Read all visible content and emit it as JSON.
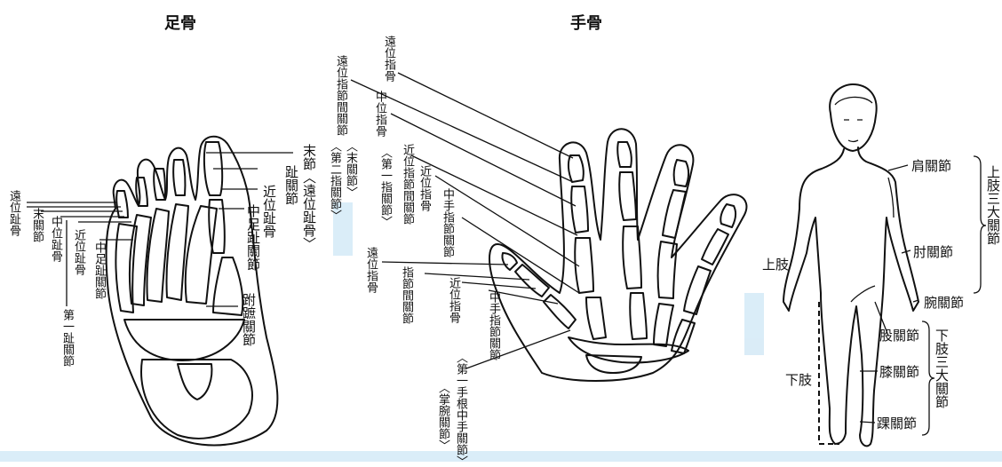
{
  "foot": {
    "title": "足骨",
    "labels": {
      "distal_phalanx": "遠位趾骨",
      "end_joint": "末關節",
      "middle_phalanx": "中位趾骨",
      "proximal_phalanx_left": "近位趾骨",
      "metatarsophalangeal_left": "中足趾關節",
      "first_toe_joint": "第一趾關節",
      "end_joint_distal": "末節〈遠位趾骨〉",
      "toe_joint": "趾關節",
      "proximal_phalanx_right": "近位趾骨",
      "metatarsophalangeal_right": "中足趾關節",
      "tarsometatarsal": "跗蹠關節"
    }
  },
  "hand": {
    "title": "手骨",
    "labels": {
      "distal_phalanx_top": "遠位指骨",
      "dip_joint": "遠位指節間關節",
      "middle_phalanx": "中位指骨",
      "second_thumb_joint": "〈第二指關節〉",
      "end_joint_bracket": "〈末關節〉",
      "first_finger_joint": "〈第一指關節〉",
      "pip_joint": "近位指節間關節",
      "proximal_phalanx_top": "近位指骨",
      "mcp_joint_top": "中手指節關節",
      "distal_phalanx_thumb": "遠位指骨",
      "interphalangeal": "指節間關節",
      "proximal_phalanx_thumb": "近位指骨",
      "mcp_joint_thumb": "中手指節關節",
      "cmc_joint": "〈第一手根中手關節〉",
      "wrist_joint": "〈掌腕關節〉"
    }
  },
  "body": {
    "labels": {
      "shoulder": "肩關節",
      "elbow": "肘關節",
      "wrist": "腕關節",
      "upper_limb_left": "上肢",
      "upper_three_joints": "上肢三大關節",
      "hip": "股關節",
      "knee": "膝關節",
      "ankle": "踝關節",
      "lower_limb_left": "下肢",
      "lower_three_joints": "下肢三大關節"
    }
  },
  "colors": {
    "line": "#111111",
    "watermark": "#d6ebf7"
  }
}
